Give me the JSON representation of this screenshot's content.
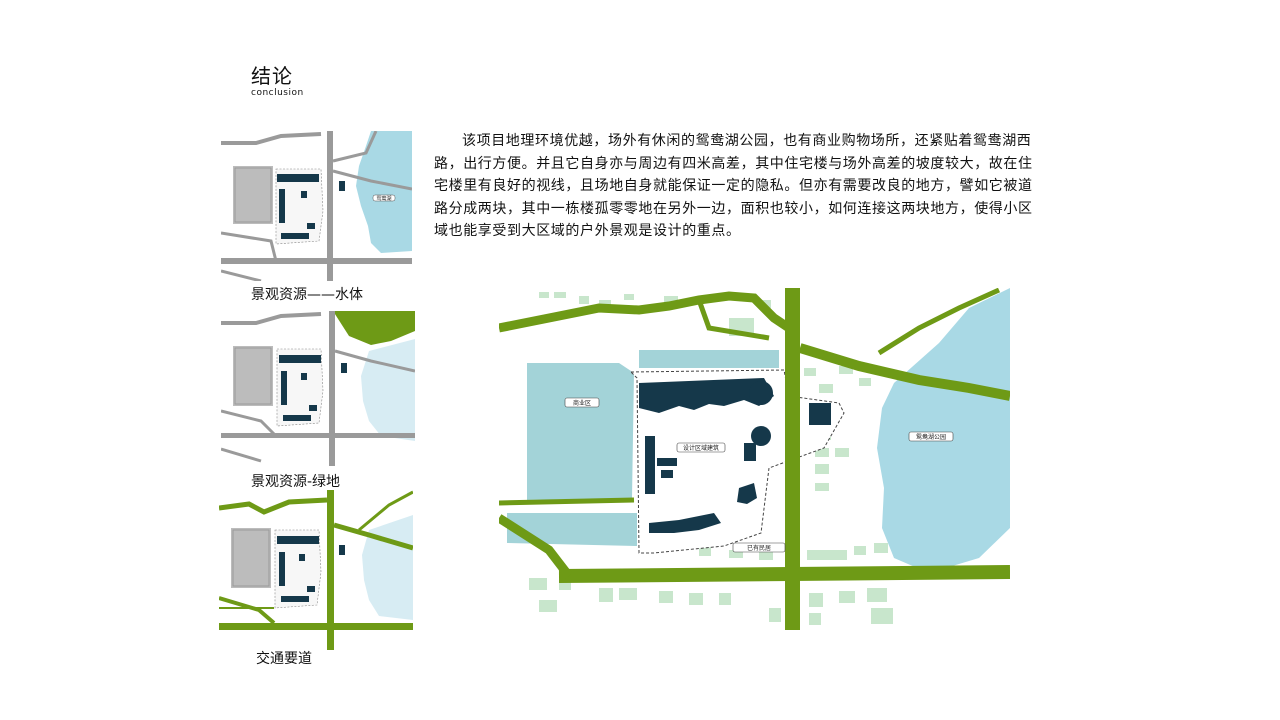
{
  "header": {
    "title": "结论",
    "subtitle": "conclusion"
  },
  "body_text": "该项目地理环境优越，场外有休闲的鸳鸯湖公园，也有商业购物场所，还紧贴着鸳鸯湖西路，出行方便。并且它自身亦与周边有四米高差，其中住宅楼与场外高差的坡度较大，故在住宅楼里有良好的视线，且场地自身就能保证一定的隐私。但亦有需要改良的地方，譬如它被道路分成两块，其中一栋楼孤零零地在另外一边，面积也较小，如何连接这两块地方，使得小区域也能享受到大区域的户外景观是设计的重点。",
  "thumbnails": [
    {
      "caption": "景观资源——水体",
      "label": "鸳鸯湖"
    },
    {
      "caption": "景观资源-绿地"
    },
    {
      "caption": "交通要道"
    }
  ],
  "main_map": {
    "labels": {
      "commercial": "商业区",
      "design_area": "设计区域建筑",
      "existing": "已有民居",
      "lake": "鸳鸯湖公园"
    }
  },
  "colors": {
    "road_green": "#6e9a16",
    "road_gray": "#9a9a9a",
    "water": "#a9d9e5",
    "water_light": "#d7ecf3",
    "building_dark": "#15384a",
    "commercial_fill": "#a3d3d8",
    "gray_block": "#bcbcbc",
    "light_green_block": "#c8e6cc"
  }
}
